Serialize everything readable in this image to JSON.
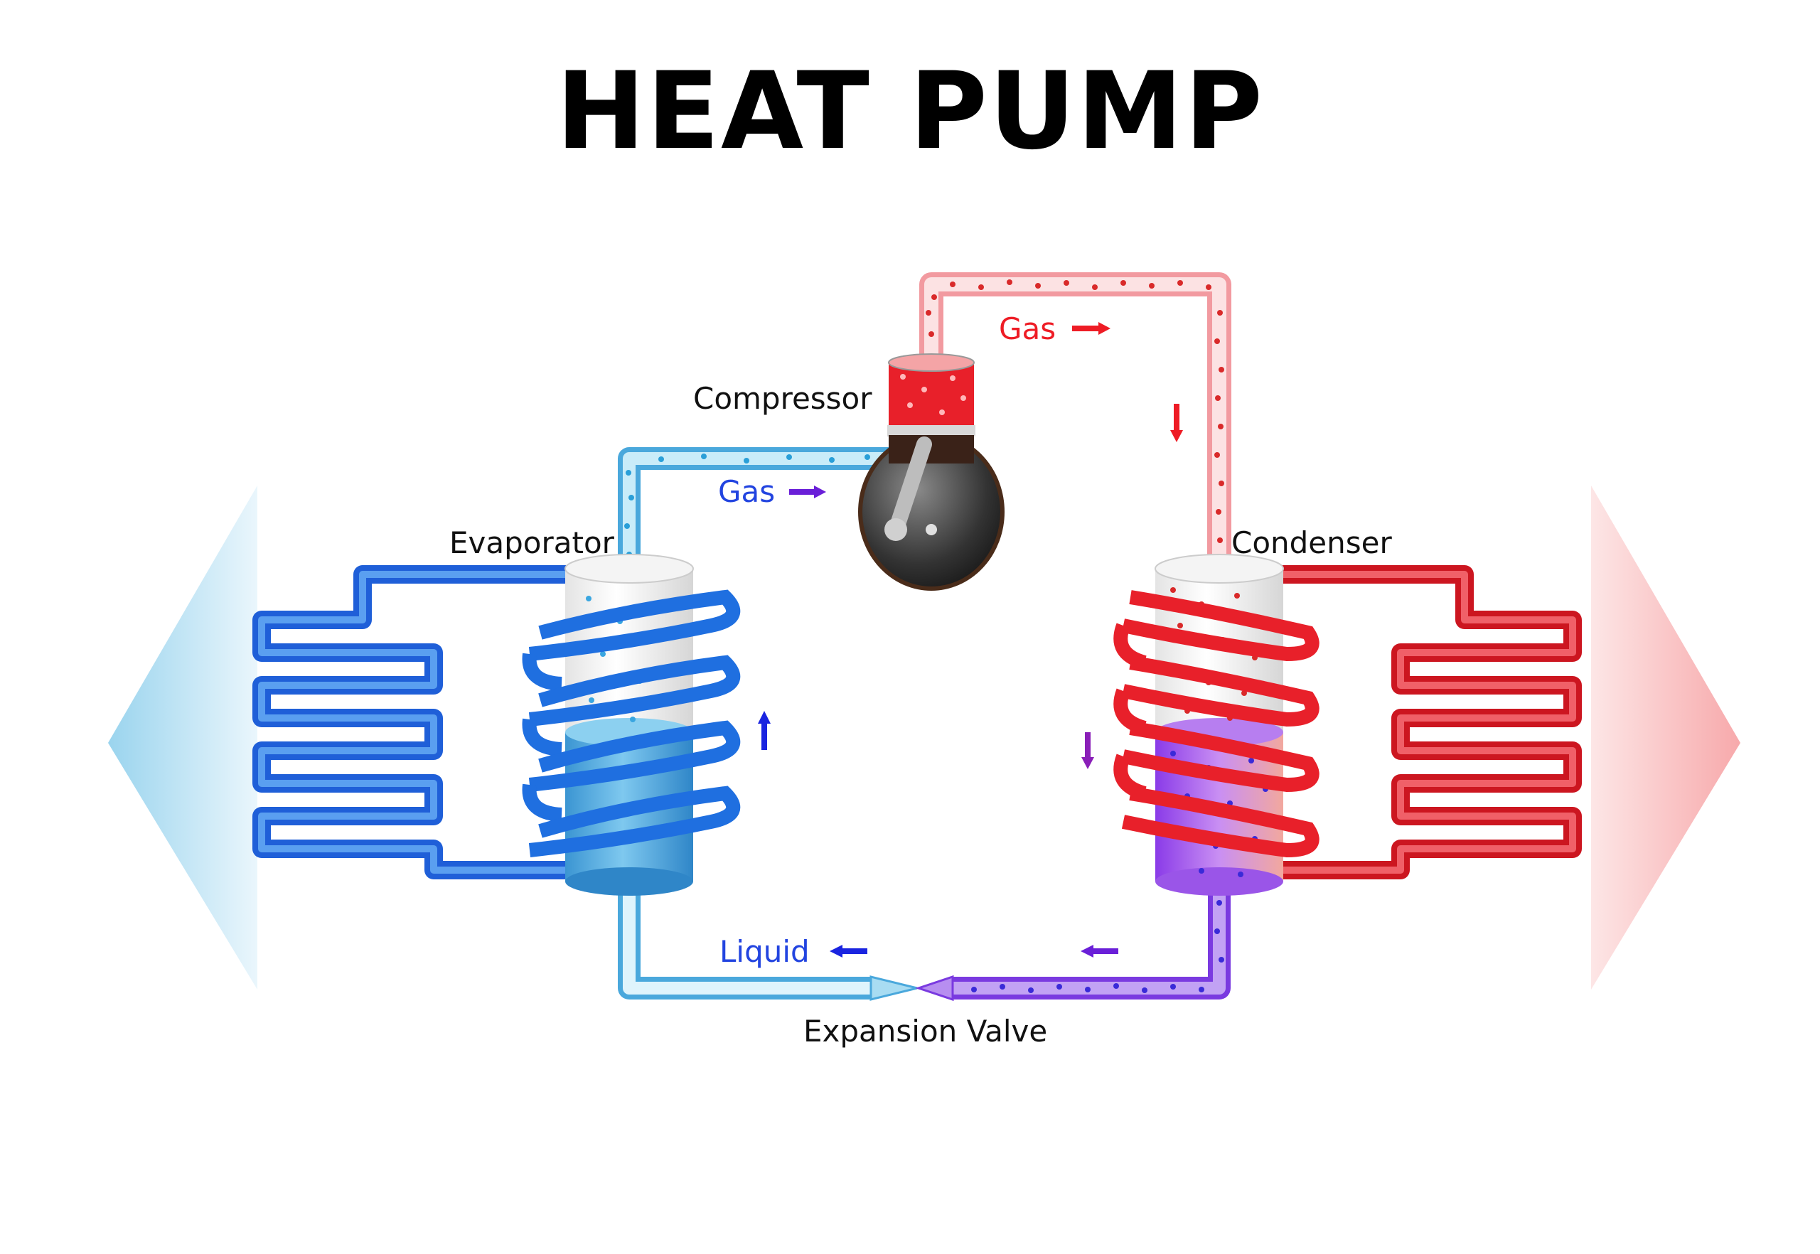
{
  "title": "HEAT PUMP",
  "labels": {
    "compressor": "Compressor",
    "evaporator": "Evaporator",
    "condenser": "Condenser",
    "expansion_valve": "Expansion Valve",
    "gas_hot": "Gas",
    "gas_cold": "Gas",
    "liquid": "Liquid"
  },
  "colors": {
    "hot": "#e8202a",
    "hot_light": "#f6b3b5",
    "cold": "#1f6fe0",
    "cold_light": "#7fc8ea",
    "liquid_text": "#2244e0",
    "mixed": "#8a48e8",
    "arrow_purple": "#6a1fd8",
    "arrow_blue": "#1a24e0",
    "arrow_red": "#ee1c25"
  }
}
